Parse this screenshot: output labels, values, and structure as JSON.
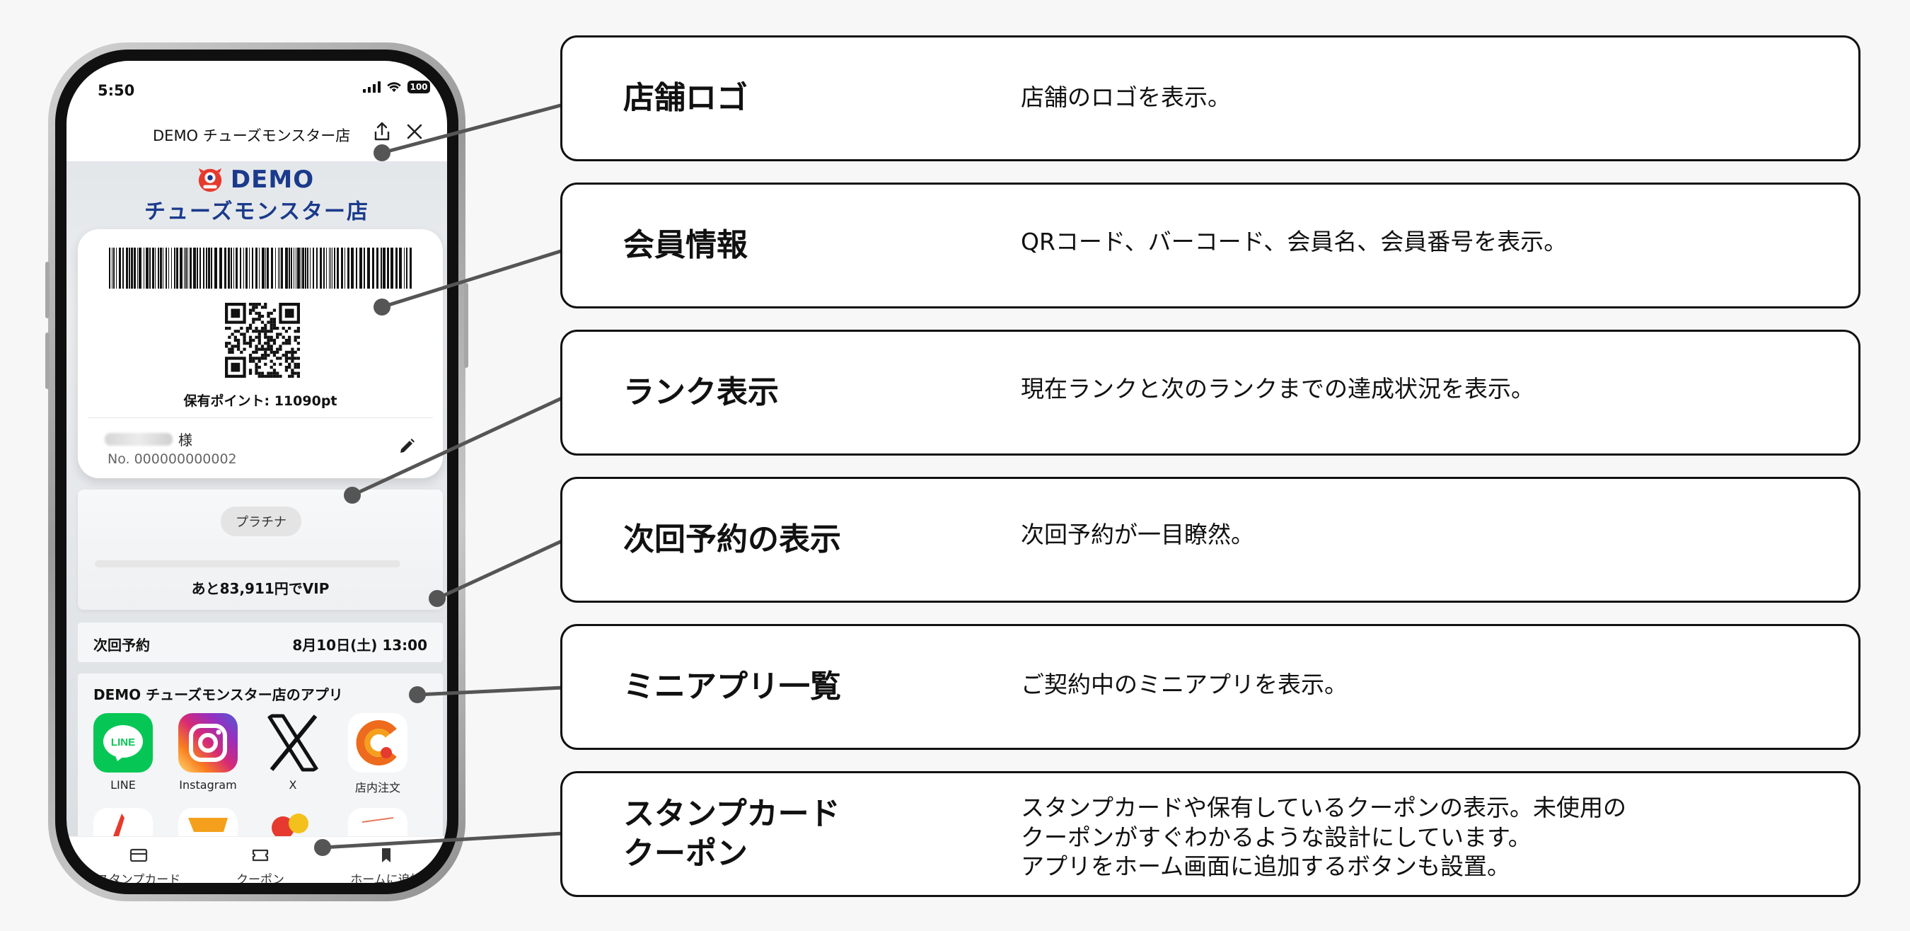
{
  "phone": {
    "status_bar": {
      "time": "5:50",
      "battery": "100"
    },
    "nav": {
      "title": "DEMO チューズモンスター店"
    },
    "logo": {
      "line1": "DEMO",
      "line2": "チューズモンスター店"
    },
    "member_card": {
      "points_label": "保有ポイント: 11090pt",
      "honorific": "様",
      "member_number": "No. 000000000002"
    },
    "rank": {
      "badge": "プラチナ",
      "progress": 0,
      "next_rank_text": "あと83,911円でVIP"
    },
    "reservation": {
      "label": "次回予約",
      "datetime": "8月10日(土) 13:00"
    },
    "mini_apps": {
      "title": "DEMO チューズモンスター店のアプリ",
      "items": [
        {
          "label": "LINE",
          "icon": "line-icon",
          "color": "#06c755"
        },
        {
          "label": "Instagram",
          "icon": "instagram-icon",
          "color": "#e1306c"
        },
        {
          "label": "X",
          "icon": "x-icon",
          "color": "#000000"
        },
        {
          "label": "店内注文",
          "icon": "in-store-order-icon",
          "color": "#ee6a1c"
        }
      ]
    },
    "tab_bar": {
      "items": [
        {
          "label": "スタンプカード",
          "icon": "stamp-card-icon"
        },
        {
          "label": "クーポン",
          "icon": "coupon-icon"
        },
        {
          "label": "ホームに追加",
          "icon": "bookmark-icon"
        }
      ]
    }
  },
  "callouts": [
    {
      "title": "店舗ロゴ",
      "description": [
        "店舗のロゴを表示。"
      ]
    },
    {
      "title": "会員情報",
      "description": [
        "QRコード、バーコード、会員名、会員番号を表示。"
      ]
    },
    {
      "title": "ランク表示",
      "description": [
        "現在ランクと次のランクまでの達成状況を表示。"
      ]
    },
    {
      "title": "次回予約の表示",
      "description": [
        "次回予約が一目瞭然。"
      ]
    },
    {
      "title": "ミニアプリ一覧",
      "description": [
        "ご契約中のミニアプリを表示。"
      ]
    },
    {
      "title_lines": [
        "スタンプカード",
        "クーポン"
      ],
      "description": [
        "スタンプカードや保有しているクーポンの表示。未使用の",
        "クーポンがすぐわかるような設計にしています。",
        "アプリをホーム画面に追加するボタンも設置。"
      ]
    }
  ],
  "colors": {
    "logo_blue": "#1b3a8c",
    "logo_red": "#e63a2e",
    "line_green": "#06c755",
    "connector": "#555555"
  }
}
